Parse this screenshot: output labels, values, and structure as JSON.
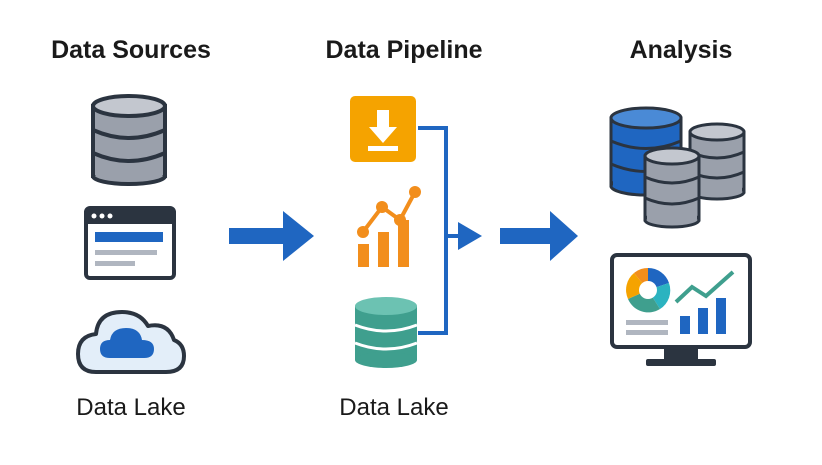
{
  "columns": {
    "sources": {
      "title": "Data Sources",
      "caption": "Data Lake"
    },
    "pipeline": {
      "title": "Data Pipeline",
      "caption": "Data Lake"
    },
    "analysis": {
      "title": "Analysis"
    }
  },
  "colors": {
    "outline": "#2b3440",
    "db_gray": "#9aa0ab",
    "blue": "#1f66c1",
    "cloud_fill": "#e3eef9",
    "orange": "#f5a300",
    "teal": "#3f9f8e",
    "bar_orange": "#f28e1c"
  },
  "icons": {
    "source_database": "database-icon",
    "source_browser": "browser-window-icon",
    "source_cloud": "cloud-icon",
    "pipeline_ingest": "download-icon",
    "pipeline_process": "growth-chart-icon",
    "pipeline_store": "database-icon",
    "analysis_databases": "databases-icon",
    "analysis_dashboard": "dashboard-monitor-icon"
  }
}
